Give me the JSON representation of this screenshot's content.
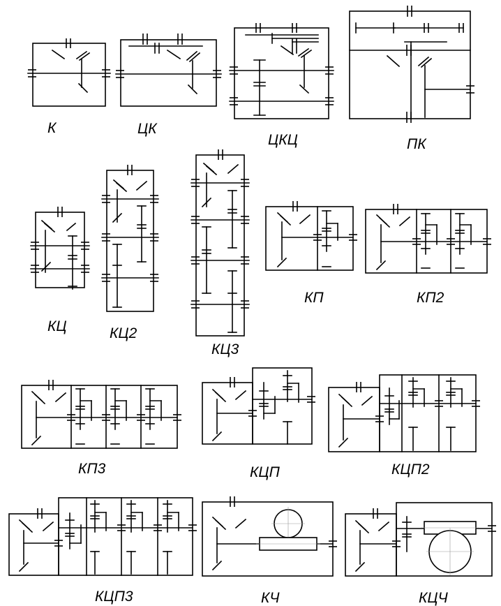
{
  "labels": {
    "k": "К",
    "ck": "ЦК",
    "ckc": "ЦКЦ",
    "pk": "ПК",
    "kc": "КЦ",
    "kc2": "КЦ2",
    "kc3": "КЦ3",
    "kp": "КП",
    "kp2": "КП2",
    "kp3": "КП3",
    "kcp": "КЦП",
    "kcp2": "КЦП2",
    "kcp3": "КЦП3",
    "kch": "КЧ",
    "kcch": "КЦЧ"
  }
}
